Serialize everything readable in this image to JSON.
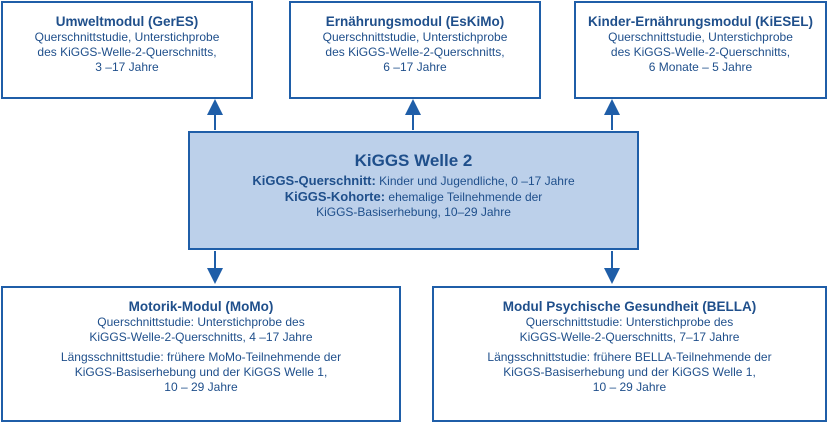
{
  "center": {
    "title": "KiGGS Welle 2",
    "line1_label": "KiGGS-Querschnitt:",
    "line1_text": " Kinder und Jugendliche, 0 –17 Jahre",
    "line2_label": "KiGGS-Kohorte:",
    "line2_text": " ehemalige Teilnehmende der",
    "line3": "KiGGS-Basiserhebung, 10–29 Jahre"
  },
  "top_modules": [
    {
      "title": "Umweltmodul (GerES)",
      "lines": [
        "Querschnittstudie, Unterstichprobe",
        "des KiGGS-Welle-2-Querschnitts,",
        "3 –17 Jahre"
      ]
    },
    {
      "title": "Ernährungsmodul (EsKiMo)",
      "lines": [
        "Querschnittstudie, Unterstichprobe",
        "des KiGGS-Welle-2-Querschnitts,",
        "6 –17 Jahre"
      ]
    },
    {
      "title": "Kinder-Ernährungsmodul (KiESEL)",
      "lines": [
        "Querschnittstudie, Unterstichprobe",
        "des KiGGS-Welle-2-Querschnitts,",
        "6 Monate – 5 Jahre"
      ]
    }
  ],
  "bottom_modules": [
    {
      "title": "Motorik-Modul (MoMo)",
      "para1": [
        "Querschnittstudie: Unterstichprobe des",
        "KiGGS-Welle-2-Querschnitts, 4 –17 Jahre"
      ],
      "para2": [
        "Längsschnittstudie: frühere MoMo-Teilnehmende der",
        "KiGGS-Basiserhebung und der KiGGS Welle 1,",
        "10 – 29 Jahre"
      ]
    },
    {
      "title": "Modul Psychische Gesundheit (BELLA)",
      "para1": [
        "Querschnittstudie: Unterstichprobe des",
        "KiGGS-Welle-2-Querschnitts, 7–17 Jahre"
      ],
      "para2": [
        "Längsschnittstudie: frühere BELLA-Teilnehmende der",
        "KiGGS-Basiserhebung und der KiGGS Welle 1,",
        "10 – 29 Jahre"
      ]
    }
  ],
  "colors": {
    "border": "#1f5ea8",
    "center_fill": "#bcd0ea",
    "text": "#1f4f8b"
  }
}
